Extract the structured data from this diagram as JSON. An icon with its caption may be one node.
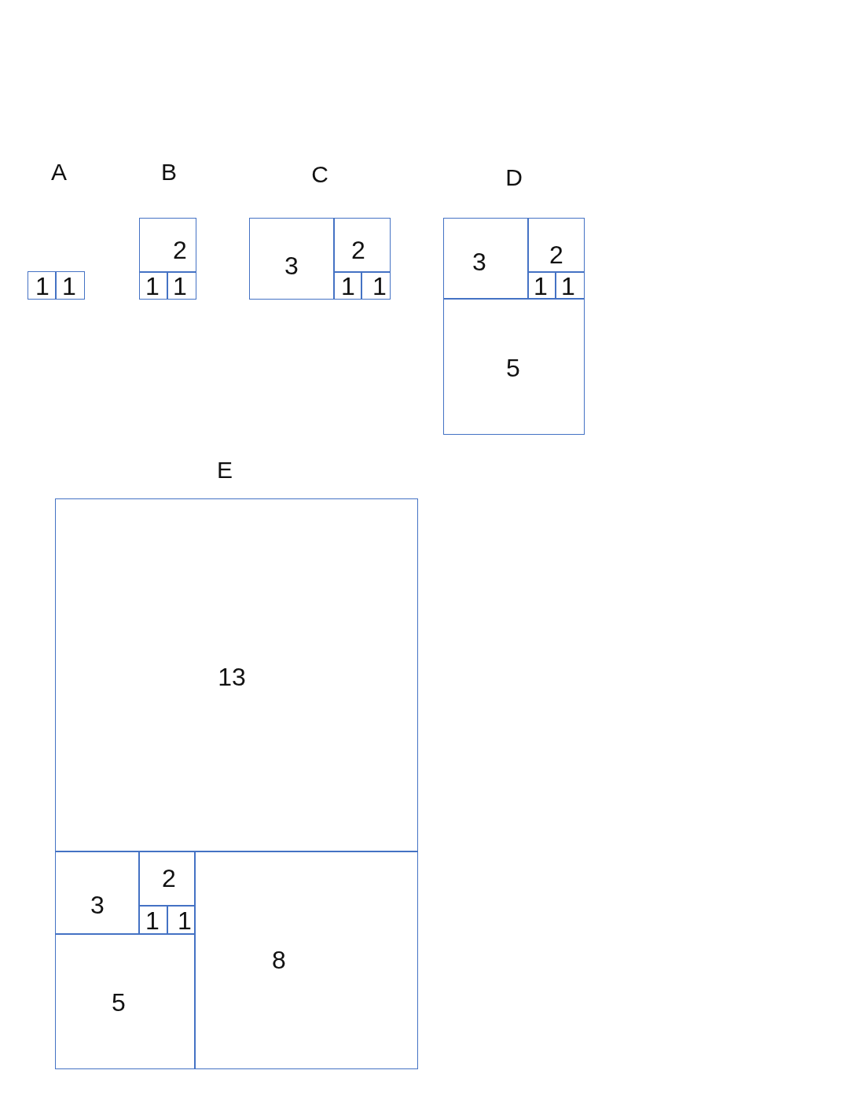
{
  "diagram": {
    "nodes": [
      {
        "text": [
          "1"
        ]
      },
      {
        "text": [
          "1"
        ]
      },
      {
        "text": [
          "2"
        ]
      },
      {
        "text": [
          "1"
        ]
      },
      {
        "text": [
          "1"
        ]
      },
      {
        "text": [
          "3"
        ]
      },
      {
        "text": [
          "2"
        ]
      },
      {
        "text": [
          "1"
        ]
      },
      {
        "text": [
          "1"
        ]
      },
      {
        "text": [
          "3"
        ]
      },
      {
        "text": [
          "2"
        ]
      },
      {
        "text": [
          "1"
        ]
      },
      {
        "text": [
          "1"
        ]
      },
      {
        "text": [
          "5"
        ]
      },
      {
        "text": [
          "13"
        ]
      },
      {
        "text": [
          "3"
        ]
      },
      {
        "text": [
          "2"
        ]
      },
      {
        "text": [
          "1"
        ]
      },
      {
        "text": [
          "1"
        ]
      },
      {
        "text": [
          "8"
        ]
      },
      {
        "text": [
          "5"
        ]
      }
    ],
    "labels": [
      "A",
      "B",
      "C",
      "D",
      "E"
    ]
  }
}
